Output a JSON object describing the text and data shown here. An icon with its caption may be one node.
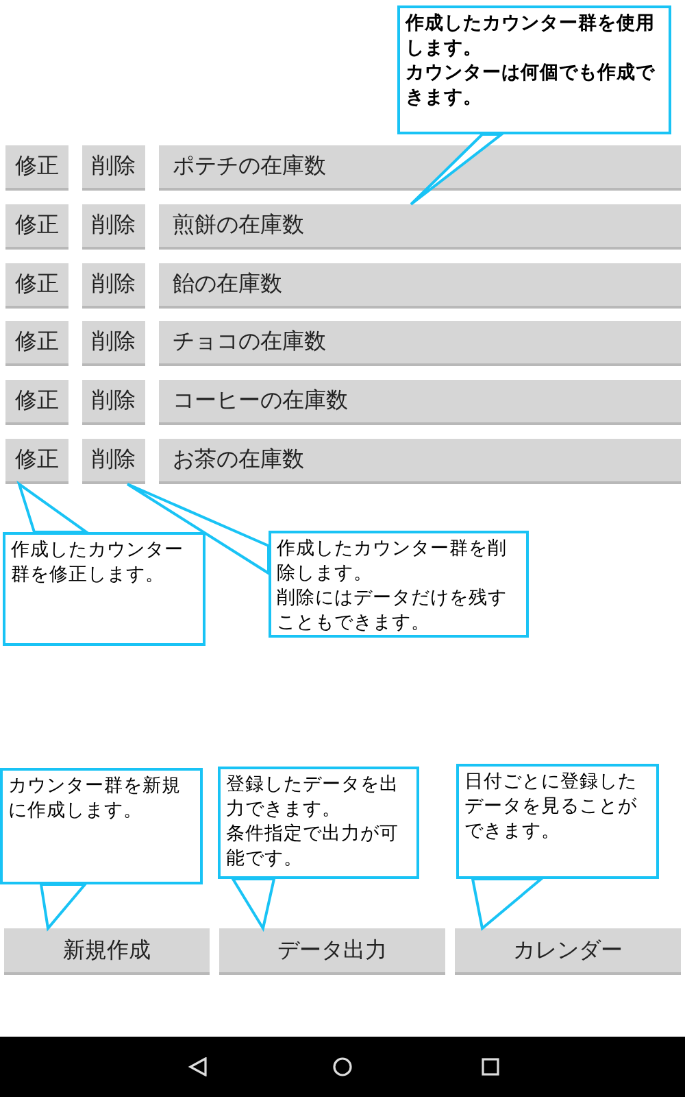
{
  "diagram": {
    "nodes": [
      {
        "text": [
          "作成したカウンター群を使用します。",
          "カウンターは何個でも作成できます。"
        ]
      },
      {
        "text": [
          "修正"
        ]
      },
      {
        "text": [
          "削除"
        ]
      },
      {
        "text": [
          "ポテチの在庫数"
        ]
      },
      {
        "text": [
          "修正"
        ]
      },
      {
        "text": [
          "削除"
        ]
      },
      {
        "text": [
          "煎餅の在庫数"
        ]
      },
      {
        "text": [
          "修正"
        ]
      },
      {
        "text": [
          "削除"
        ]
      },
      {
        "text": [
          "飴の在庫数"
        ]
      },
      {
        "text": [
          "修正"
        ]
      },
      {
        "text": [
          "削除"
        ]
      },
      {
        "text": [
          "チョコの在庫数"
        ]
      },
      {
        "text": [
          "修正"
        ]
      },
      {
        "text": [
          "削除"
        ]
      },
      {
        "text": [
          "コーヒーの在庫数"
        ]
      },
      {
        "text": [
          "修正"
        ]
      },
      {
        "text": [
          "削除"
        ]
      },
      {
        "text": [
          "お茶の在庫数"
        ]
      },
      {
        "text": [
          "作成したカウンター群を修正します。"
        ]
      },
      {
        "text": [
          "作成したカウンター群を削除します。",
          "削除にはデータだけを残すこともできます。"
        ]
      },
      {
        "text": [
          "カウンター群を新規に作成します。"
        ]
      },
      {
        "text": [
          "登録したデータを出力できます。",
          "条件指定で出力が可能です。"
        ]
      },
      {
        "text": [
          "日付ごとに登録したデータを見ることができます。"
        ]
      },
      {
        "text": [
          "新規作成"
        ]
      },
      {
        "text": [
          "データ出力"
        ]
      },
      {
        "text": [
          "カレンダー"
        ]
      }
    ],
    "edges": [
      {
        "from": 0,
        "to": 6,
        "arrow": "to"
      },
      {
        "from": 19,
        "to": 16,
        "arrow": "to"
      },
      {
        "from": 20,
        "to": 17,
        "arrow": "to"
      },
      {
        "from": 21,
        "to": 24,
        "arrow": "to"
      },
      {
        "from": 22,
        "to": 25,
        "arrow": "to"
      },
      {
        "from": 23,
        "to": 26,
        "arrow": "to"
      }
    ]
  }
}
